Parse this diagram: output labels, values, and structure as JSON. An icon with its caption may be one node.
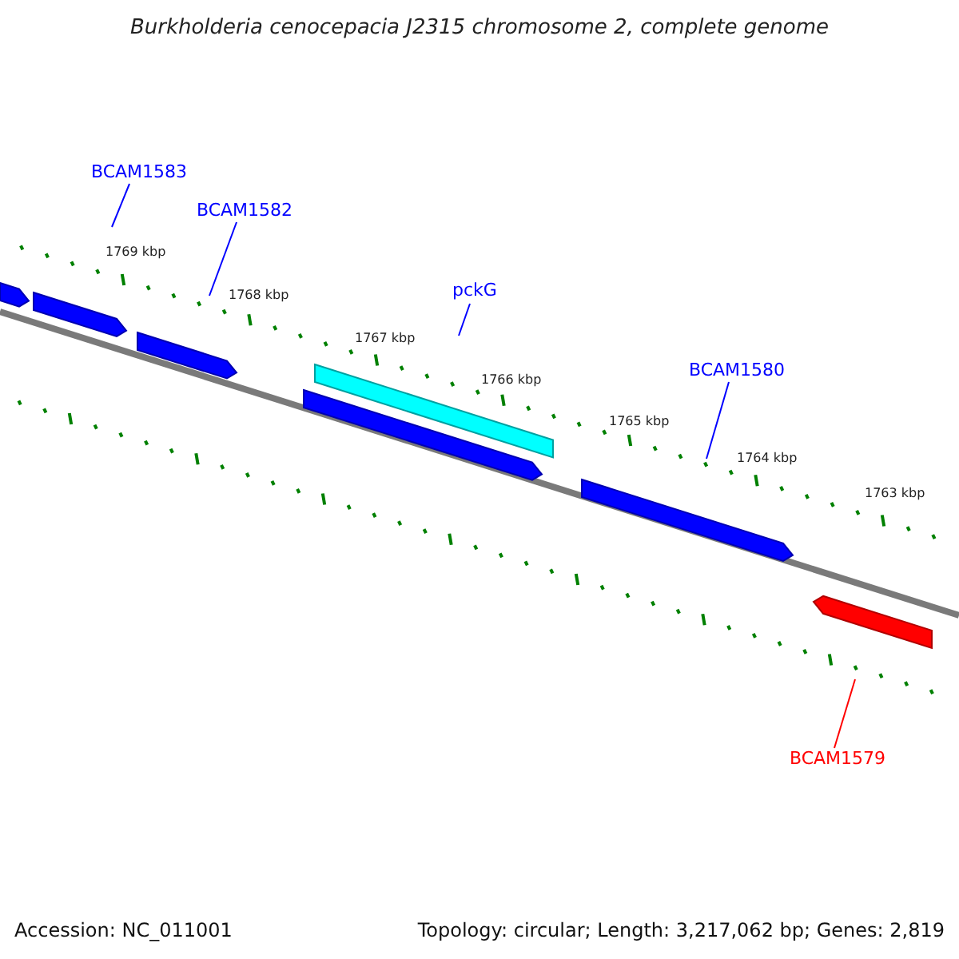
{
  "diagram": {
    "title": "Burkholderia cenocepacia J2315 chromosome 2, complete genome",
    "nodes": [
      {
        "text": [
          "BCAM1583"
        ]
      },
      {
        "text": [
          "BCAM1582"
        ]
      },
      {
        "text": [
          "pckG"
        ]
      },
      {
        "text": [
          "BCAM1580"
        ]
      },
      {
        "text": [
          "BCAM1579"
        ]
      }
    ],
    "edges": [
      {
        "from": 0,
        "to": null,
        "arrow": "none"
      },
      {
        "from": 1,
        "to": null,
        "arrow": "none"
      },
      {
        "from": 2,
        "to": null,
        "arrow": "none"
      },
      {
        "from": 3,
        "to": null,
        "arrow": "none"
      },
      {
        "from": 4,
        "to": null,
        "arrow": "none",
        "color": "#ff0000"
      }
    ],
    "labels": [
      "1769 kbp",
      "1768 kbp",
      "1767 kbp",
      "1766 kbp",
      "1765 kbp",
      "1764 kbp",
      "1763 kbp",
      "Accession: NC_011001",
      "Topology: circular; Length: 3,217,062 bp; Genes: 2,819"
    ]
  }
}
